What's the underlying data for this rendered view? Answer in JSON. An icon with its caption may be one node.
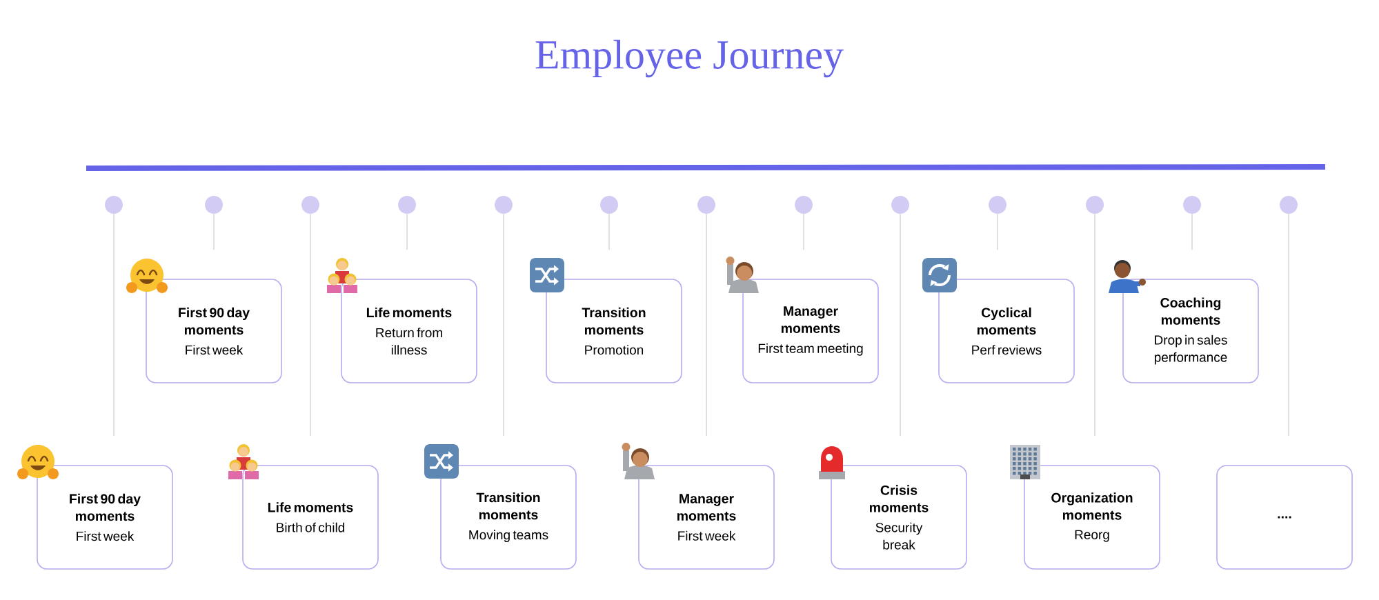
{
  "diagram": {
    "title": "Employee Journey",
    "nodes": [
      {
        "text": [],
        "shape": "circle"
      },
      {
        "text": [
          "First 90 day moments",
          "First week"
        ]
      },
      {
        "text": [],
        "shape": "circle"
      },
      {
        "text": [
          "First 90 day moments",
          "First week"
        ]
      },
      {
        "text": [],
        "shape": "circle"
      },
      {
        "text": [
          "Life moments",
          "Birth of child"
        ]
      },
      {
        "text": [],
        "shape": "circle"
      },
      {
        "text": [
          "Life moments",
          "Return from illness"
        ]
      },
      {
        "text": [],
        "shape": "circle"
      },
      {
        "text": [
          "Transition moments",
          "Moving teams"
        ]
      },
      {
        "text": [],
        "shape": "circle"
      },
      {
        "text": [
          "Transition moments",
          "Promotion"
        ]
      },
      {
        "text": [],
        "shape": "circle"
      },
      {
        "text": [
          "Manager moments",
          "First week"
        ]
      },
      {
        "text": [],
        "shape": "circle"
      },
      {
        "text": [
          "Manager moments",
          "First team meeting"
        ]
      },
      {
        "text": [],
        "shape": "circle"
      },
      {
        "text": [
          "Crisis moments",
          "Security break"
        ]
      },
      {
        "text": [],
        "shape": "circle"
      },
      {
        "text": [
          "Cyclical moments",
          "Perf reviews"
        ]
      },
      {
        "text": [],
        "shape": "circle"
      },
      {
        "text": [
          "Organization moments",
          "Reorg"
        ]
      },
      {
        "text": [],
        "shape": "circle"
      },
      {
        "text": [
          "Coaching moments",
          "Drop in sales performance"
        ]
      },
      {
        "text": [],
        "shape": "circle"
      },
      {
        "text": [
          "...."
        ]
      }
    ],
    "edges": [
      {
        "from": 0,
        "to": 1,
        "arrow": "none"
      },
      {
        "from": 2,
        "to": 3,
        "arrow": "none"
      },
      {
        "from": 4,
        "to": 5,
        "arrow": "none"
      },
      {
        "from": 6,
        "to": 7,
        "arrow": "none"
      },
      {
        "from": 8,
        "to": 9,
        "arrow": "none"
      },
      {
        "from": 10,
        "to": 11,
        "arrow": "none"
      },
      {
        "from": 12,
        "to": 13,
        "arrow": "none"
      },
      {
        "from": 14,
        "to": 15,
        "arrow": "none"
      },
      {
        "from": 16,
        "to": 17,
        "arrow": "none"
      },
      {
        "from": 18,
        "to": 19,
        "arrow": "none"
      },
      {
        "from": 20,
        "to": 21,
        "arrow": "none"
      },
      {
        "from": 22,
        "to": 23,
        "arrow": "none"
      },
      {
        "from": 24,
        "to": 25,
        "arrow": "none"
      }
    ]
  }
}
